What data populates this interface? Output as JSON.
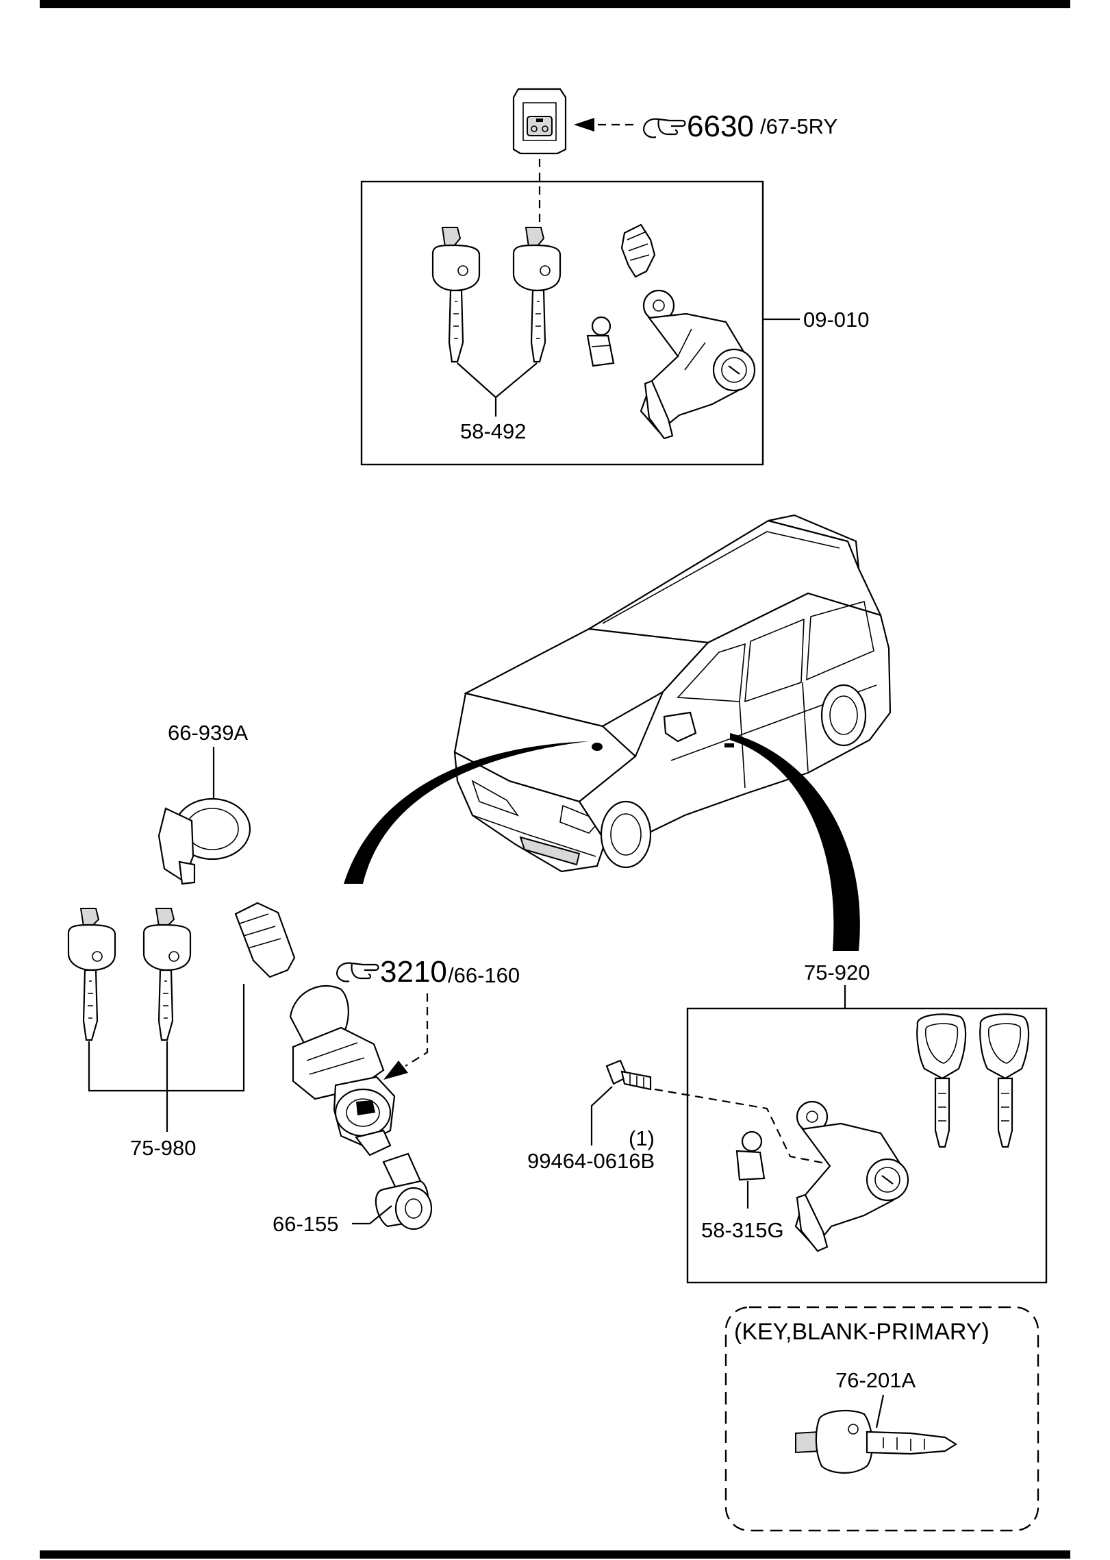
{
  "labels": {
    "ref_6630": "6630",
    "ref_6630_sub": "/67-5RY",
    "part_09_010": "09-010",
    "part_58_492": "58-492",
    "part_66_939A": "66-939A",
    "ref_3210": "3210",
    "ref_3210_sub": "/66-160",
    "part_75_920": "75-920",
    "part_75_980": "75-980",
    "part_99464": "99464-0616B",
    "qty_99464": "(1)",
    "part_66_155": "66-155",
    "part_58_315G": "58-315G",
    "note_key_blank": "(KEY,BLANK-PRIMARY)",
    "part_76_201A": "76-201A"
  },
  "icons": [
    "pointing-hand-icon"
  ],
  "colors": {
    "ink": "#000000",
    "paper": "#ffffff"
  }
}
